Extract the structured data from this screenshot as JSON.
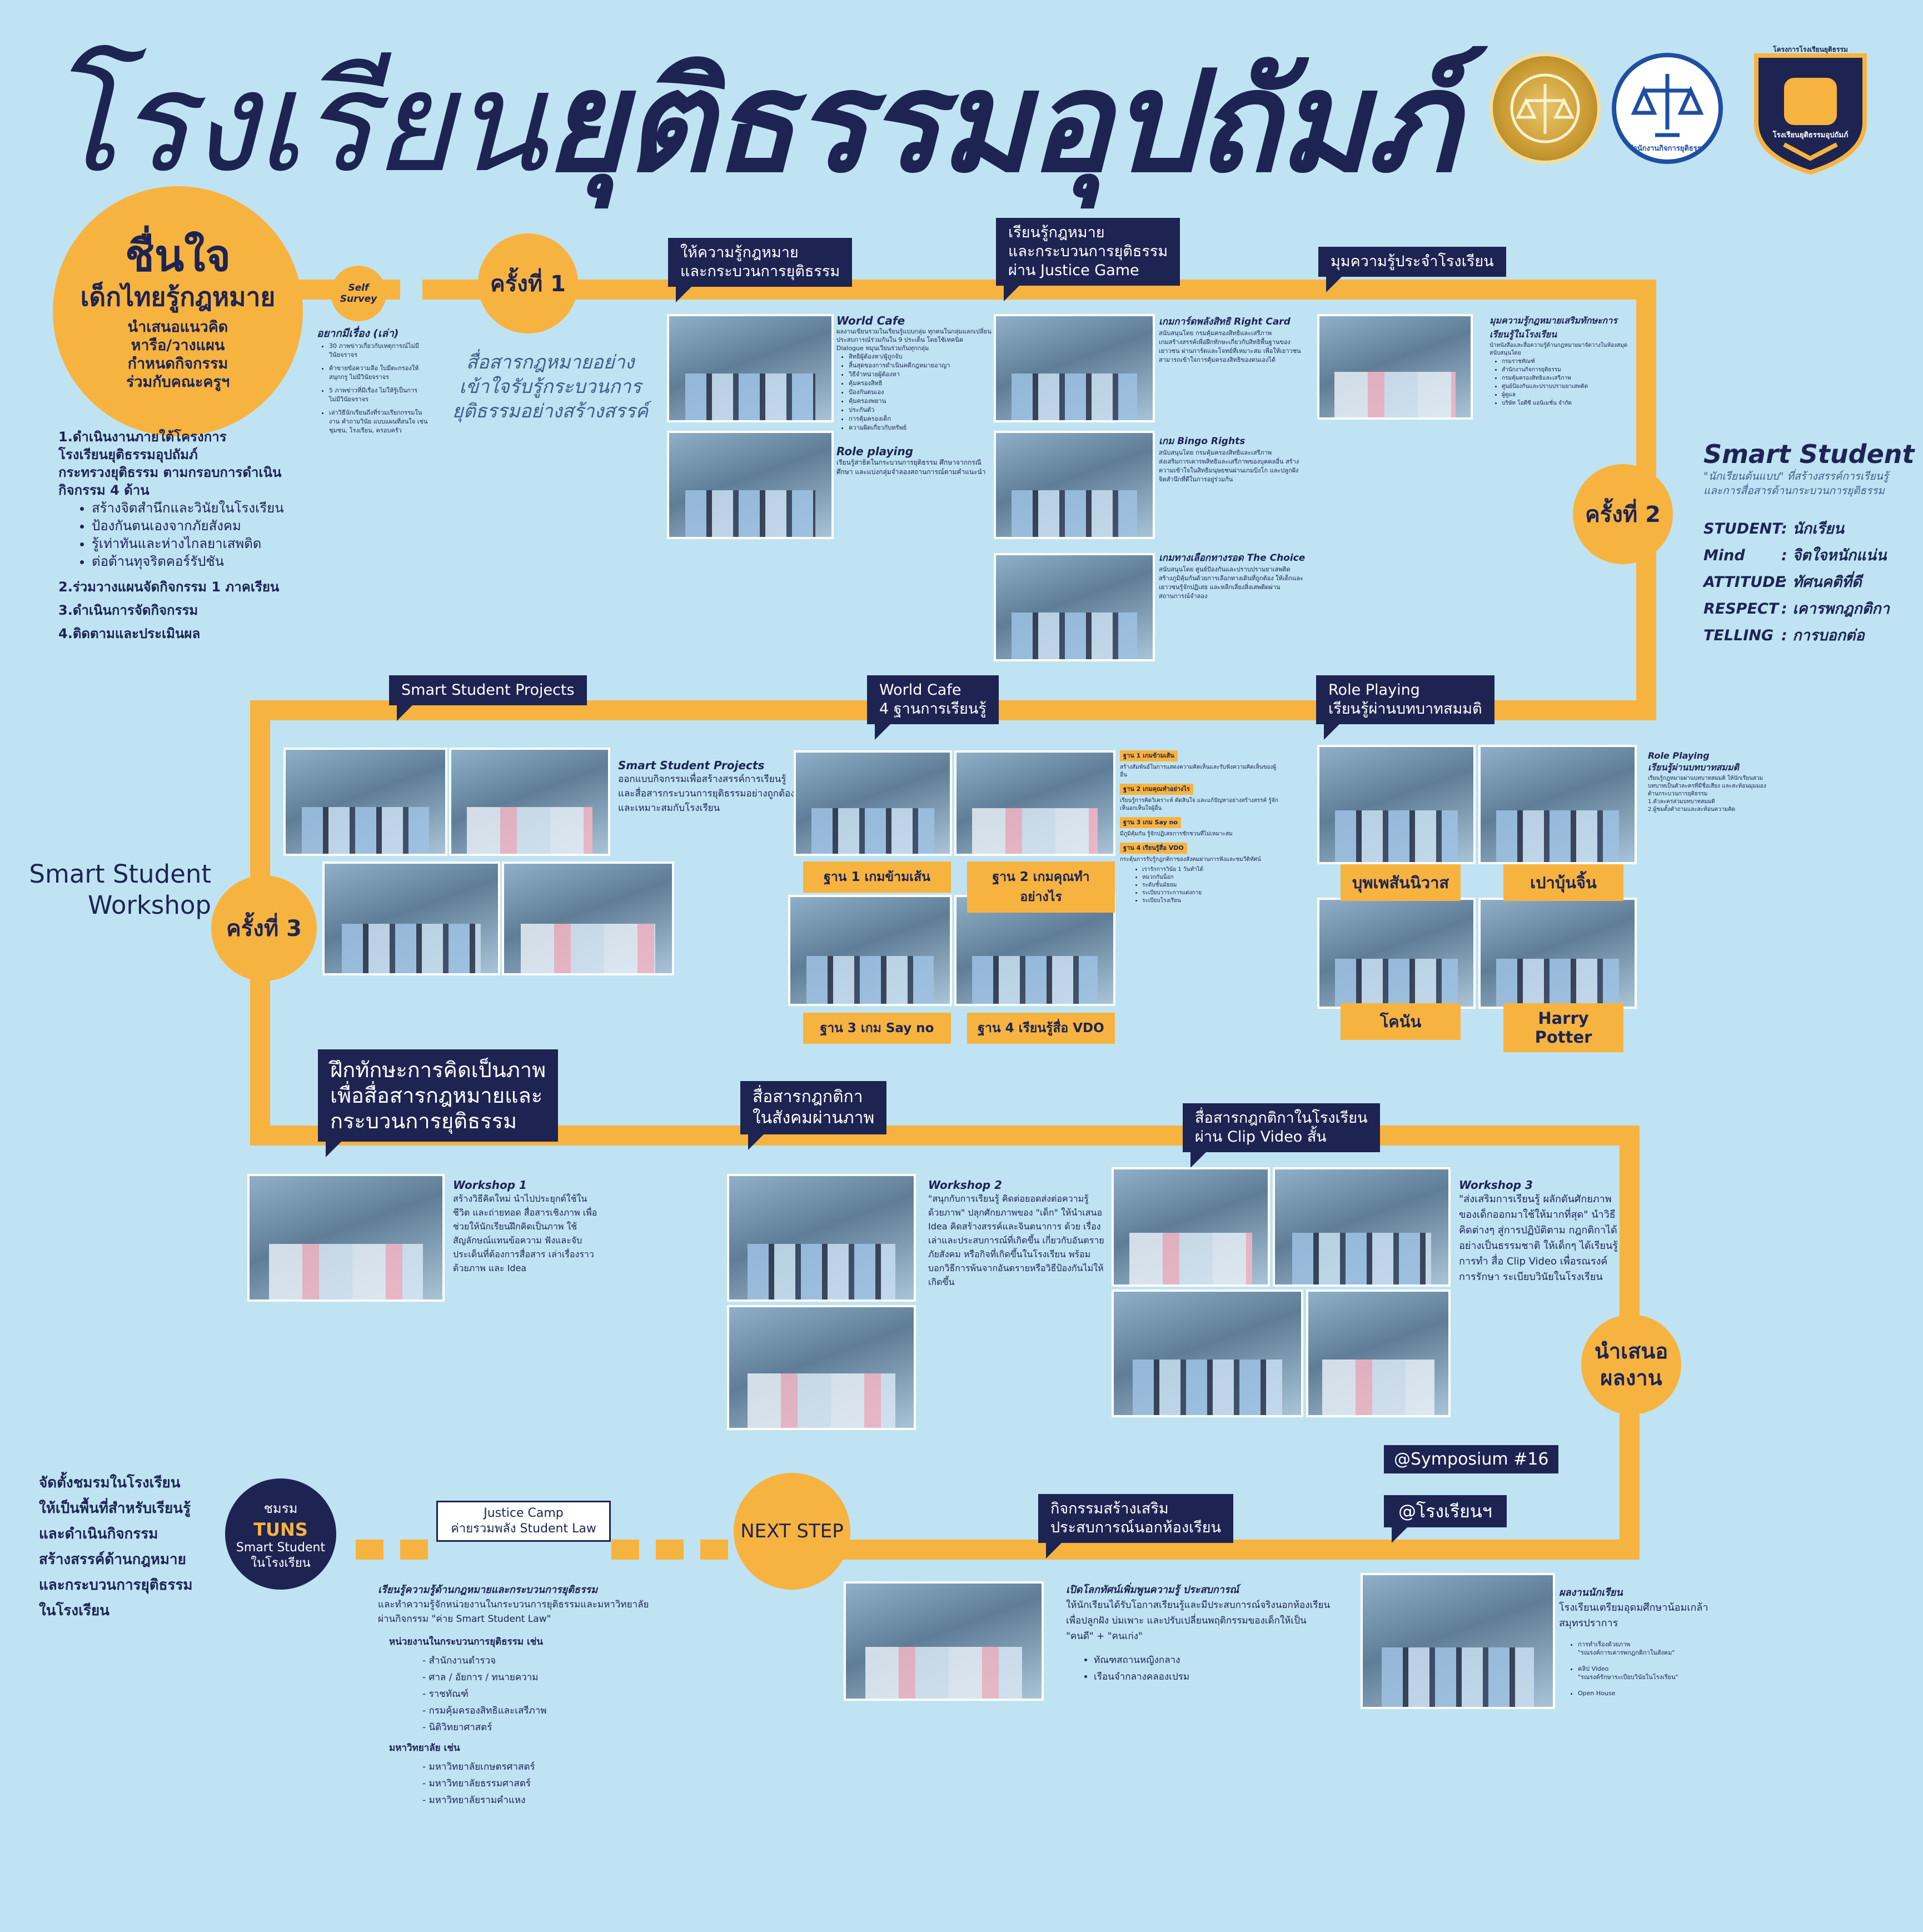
{
  "header": {
    "title_light": "โรงเรียน",
    "title_bold": "ยุติธรรมอุปถัมภ์",
    "logo2_text": "สำนักงานกิจการยุติธรรม",
    "logo3_top": "โครงการโรงเรียนยุติธรรม",
    "logo3_bottom": "โรงเรียนยุติธรรมอุปถัมภ์"
  },
  "colors": {
    "background": "#bfe3f2",
    "navy": "#1d2452",
    "orange": "#f7b33f"
  },
  "intro": {
    "circle_big": "ชื่นใจ",
    "circle_sub": "เด็กไทยรู้กฎหมาย",
    "circle_lines": "นำเสนอแนวคิด\nหารือ/วางแผน\nกำหนดกิจกรรม\nร่วมกับคณะครูฯ",
    "self_survey": "Self\nSurvey",
    "survey_title": "อยากมีเรื่อง (เล่า)",
    "survey_items": [
      "30 ภาพข่าวเกี่ยวกับเหตุการณ์ไม่มีวินัยจราจร",
      "ค้าขายข้อความลือ ใบมีตะกรองให้สนุกกรู ไม่มีวินัยจราจร",
      "5 ภาพข่าวที่มีเรื่อง ไม่ให้รู้เป็นการ ไม่มีวินัยจราจร",
      "เล่าวิธีนักเรียนถึงที่ร่วมเรียกกรรมในงาน คำถามวินัย แบบแผนที่สนใจ เช่น ชุมชน, โรงเรียน, ครอบครัว"
    ],
    "plan_items": [
      "1.ดำเนินงานภายใต้โครงการ\n   โรงเรียนยุติธรรมอุปถัมภ์\n   กระทรวงยุติธรรม ตามกรอบการดำเนิน\n   กิจกรรม 4 ด้าน",
      "2.ร่วมวางแผนจัดกิจกรรม 1 ภาคเรียน",
      "3.ดำเนินการจัดกิจกรรม",
      "4.ติดตามและประเมินผล"
    ],
    "plan_bullets": [
      "สร้างจิตสำนึกและวินัยในโรงเรียน",
      "ป้องกันตนเองจากภัยสังคม",
      "รู้เท่าทันและห่างไกลยาเสพติด",
      "ต่อต้านทุจริตคอร์รัปชัน"
    ]
  },
  "phase1": {
    "circle": "ครั้งที่ 1",
    "tagline": "สื่อสารกฎหมายอย่าง\nเข้าใจรับรู้กระบวนการ\nยุติธรรมอย่างสร้างสรรค์",
    "box1": "ให้ความรู้กฎหมาย\nและกระบวนการยุติธรรม",
    "box2": "เรียนรู้กฎหมาย\nและกระบวนการยุติธรรม\nผ่าน Justice Game",
    "box3": "มุมความรู้ประจำโรงเรียน",
    "worldcafe_title": "World Cafe",
    "worldcafe_text": "ผลงานเขียนรวมในเรียนรู้แบบกลุ่ม ทุกคนในกลุ่มแลกเปลี่ยนประสบการณ์ร่วมกันใน 9 ประเด็น โดยใช้เทคนิค Dialogue หมุนเวียนร่วมกันทุกกลุ่ม",
    "worldcafe_list": [
      "สิทธิผู้ต้องหา/ผู้ถูกจับ",
      "สิ้นสุดของการดำเนินคดีกฎหมายอาญา",
      "วิธีจำหน่ายผู้ต้องหา",
      "คุ้มครองสิทธิ",
      "ป้องกันตนเอง",
      "คุ้มครองพยาน",
      "ประกันตัว",
      "การคุ้มครองเด็ก",
      "ความผิดเกี่ยวกับทรัพย์"
    ],
    "roleplay_title": "Role playing",
    "roleplay_text": "เรียนรู้สาธิตในกระบวนการยุติธรรม ศึกษาจากกรณีศึกษา และแบ่งกลุ่มจำลองสถานการณ์ตามคำแนะนำ",
    "game1_title": "เกมการ์ดพลังสิทธิ Right Card",
    "game1_text": "สนับสนุนโดย กรมคุ้มครองสิทธิและเสรีภาพ\nเกมสร้างสรรค์เพื่อฝึกทักษะเกี่ยวกับสิทธิพื้นฐานของเยาวชน ผ่านการ์ดและโจทย์ที่เหมาะสม เพื่อให้เยาวชนสามารถเข้าใจการคุ้มครองสิทธิของตนเองได้",
    "game2_title": "เกม Bingo Rights",
    "game2_text": "สนับสนุนโดย กรมคุ้มครองสิทธิและเสรีภาพ\nส่งเสริมการเคารพสิทธิและเสรีภาพของบุคคลอื่น สร้างความเข้าใจในสิทธิมนุษยชนผ่านเกมบิงโก และปลูกฝังจิตสำนึกที่ดีในการอยู่ร่วมกัน",
    "game3_title": "เกมทางเลือกทางรอด The Choice",
    "game3_text": "สนับสนุนโดย ศูนย์ป้องกันและปราบปรามยาเสพติด\nสร้างภูมิคุ้มกันด้วยการเลือกทางเดินที่ถูกต้อง ให้เด็กและเยาวชนรู้จักปฏิเสธ และหลีกเลี่ยงสิ่งเสพติดผ่านสถานการณ์จำลอง",
    "corner_title": "มุมความรู้กฎหมายเสริมทักษะการเรียนรู้ในโรงเรียน",
    "corner_text": "นำหนังสือและสื่อความรู้ด้านกฎหมายมาจัดวางในห้องสมุด สนับสนุนโดย",
    "corner_list": [
      "กรมราชทัณฑ์",
      "สำนักงานกิจการยุติธรรม",
      "กรมคุ้มครองสิทธิและเสรีภาพ",
      "ศูนย์ป้องกันและปราบปรามยาเสพติด",
      "ผู้ดูแล",
      "บริษัท โอดีซี แอนิเมชั่น จำกัด"
    ]
  },
  "smart_student": {
    "title": "Smart Student",
    "subtitle": "\"นักเรียนต้นแบบ\" ที่สร้างสรรค์การเรียนรู้\nและการสื่อสารด้านกระบวนการยุติธรรม",
    "rows": [
      {
        "k": "STUDENT",
        "v": ": นักเรียน"
      },
      {
        "k": "Mind",
        "v": ": จิตใจหนักแน่น"
      },
      {
        "k": "ATTITUDE",
        "v": ": ทัศนคติที่ดี"
      },
      {
        "k": "RESPECT",
        "v": ": เคารพกฎกติกา"
      },
      {
        "k": "TELLING",
        "v": ": การบอกต่อ"
      }
    ]
  },
  "phase2": {
    "circle": "ครั้งที่ 2",
    "box_projects": "Smart Student Projects",
    "box_worldcafe": "World Cafe\n4 ฐานการเรียนรู้",
    "box_roleplay": "Role Playing\nเรียนรู้ผ่านบทบาทสมมติ",
    "projects_title": "Smart Student Projects",
    "projects_text": "ออกแบบกิจกรรมเพื่อสร้างสรรค์การเรียนรู้\nและสื่อสารกระบวนการยุติธรรมอย่างถูกต้อง\nและเหมาะสมกับโรงเรียน",
    "bases": [
      "ฐาน 1 เกมข้ามเส้น",
      "ฐาน 2 เกมคุณทำอย่างไร",
      "ฐาน 3 เกม Say no",
      "ฐาน 4 เรียนรู้สื่อ VDO"
    ],
    "bases_text": [
      "สร้างสัมพันธ์ในการแสดงความคิดเห็นและรับฟังความคิดเห็นของผู้อื่น",
      "เรียนรู้การคิดวิเคราะห์ ตัดสินใจ และแก้ปัญหาอย่างสร้างสรรค์ รู้จักเห็นอกเห็นใจผู้อื่น",
      "มีภูมิคุ้มกัน รู้จักปฏิเสธการชักชวนที่ไม่เหมาะสม",
      "กระตุ้นการรับรู้กฎกติกาของสังคมผ่านการฟังและชมวีดิทัศน์"
    ],
    "bases_list": [
      "เรารักการวินัย 1 วันทำได้",
      "หมวกกันน็อก",
      "ระดับชั้นมัธยม",
      "ระเบียบวาระการแต่งกาย",
      "ระเบียบโรงเรียน"
    ],
    "roles": [
      "บุพเพสันนิวาส",
      "เปาบุ้นจิ้น",
      "โคนัน",
      "Harry Potter"
    ],
    "roleplay_title": "Role Playing\nเรียนรู้ผ่านบทบาทสมมติ",
    "roleplay_text": "เรียนรู้กฎหมายผ่านบทบาทสมมติ ให้นักเรียนสวมบทบาทเป็นตัวละครที่มีชื่อเสียง และสะท้อนมุมมองด้านกระบวนการยุติธรรม\n1.ตัวละครสวมบทบาทสมมติ\n2.ผู้ชมตั้งคำถามและสะท้อนความคิด"
  },
  "phase3": {
    "circle": "ครั้งที่ 3",
    "workshop_label": "Smart Student\nWorkshop",
    "box_main": "ฝึกทักษะการคิดเป็นภาพ\nเพื่อสื่อสารกฎหมายและ\nกระบวนการยุติธรรม",
    "box_mid": "สื่อสารกฎกติกา\nในสังคมผ่านภาพ",
    "box_right": "สื่อสารกฎกติกาในโรงเรียน\nผ่าน Clip Video สั้น",
    "ws1_title": "Workshop 1",
    "ws1_text": "สร้างวิธีคิดใหม่ นำไปประยุกต์ใช้ในชีวิต และถ่ายทอด สื่อสารเชิงภาพ เพื่อช่วยให้นักเรียนฝึกคิดเป็นภาพ ใช้สัญลักษณ์แทนข้อความ ฟังและจับประเด็นที่ต้องการสื่อสาร เล่าเรื่องราวด้วยภาพ และ Idea",
    "ws2_title": "Workshop 2",
    "ws2_text": "\"สนุกกับการเรียนรู้ คิดต่อยอดส่งต่อความรู้ ด้วยภาพ\" ปลุกศักยภาพของ \"เด็ก\" ให้นำเสนอ Idea คิดสร้างสรรค์และจินตนาการ ด้วย เรื่องเล่าและประสบการณ์ที่เกิดขึ้น เกี่ยวกับอันตราย ภัยสังคม หรือกิจที่เกิดขึ้นในโรงเรียน พร้อมบอกวิธีการพ้นจากอันตรายหรือวิธีป้องกันไม่ให้เกิดขึ้น",
    "ws3_title": "Workshop 3",
    "ws3_text": "\"ส่งเสริมการเรียนรู้ ผลักดันศักยภาพ ของเด็กออกมาใช้ให้มากที่สุด\" นำวิธีคิดต่างๆ สู่การปฏิบัติตาม กฎกติกาได้อย่างเป็นธรรมชาติ ให้เด็กๆ ได้เรียนรู้การทำ สื่อ Clip Video เพื่อรณรงค์การรักษา ระเบียบวินัยในโรงเรียน",
    "present_circle": "นำเสนอ\nผลงาน"
  },
  "bottom": {
    "left_text": "จัดตั้งชมรมในโรงเรียน\nให้เป็นพื้นที่สำหรับเรียนรู้\nและดำเนินกิจกรรม\nสร้างสรรค์ด้านกฎหมาย\nและกระบวนการยุติธรรม\nในโรงเรียน",
    "club_line1": "ชมรม",
    "club_line2": "TUNS",
    "club_line3": "Smart Student\nในโรงเรียน",
    "camp_box": "Justice Camp\nค่ายรวมพลัง Student Law",
    "next_step": "NEXT STEP",
    "activity_box": "กิจกรรมสร้างเสริม\nประสบการณ์นอกห้องเรียน",
    "symposium": "@Symposium #16",
    "school_tag": "@โรงเรียนฯ",
    "camp_title": "เรียนรู้ความรู้ด้านกฎหมายและกระบวนการยุติธรรม",
    "camp_text": "และทำความรู้จักหน่วยงานในกระบวนการยุติธรรมและมหาวิทยาลัย\nผ่านกิจกรรม \"ค่าย Smart Student Law\"",
    "agencies_title": "หน่วยงานในกระบวนการยุติธรรม เช่น",
    "agencies": [
      "สำนักงานตำรวจ",
      "ศาล / อัยการ / ทนายความ",
      "ราชทัณฑ์",
      "กรมคุ้มครองสิทธิและเสรีภาพ",
      "นิติวิทยาศาสตร์"
    ],
    "uni_title": "มหาวิทยาลัย เช่น",
    "unis": [
      "มหาวิทยาลัยเกษตรศาสตร์",
      "มหาวิทยาลัยธรรมศาสตร์",
      "มหาวิทยาลัยรามคำแหง"
    ],
    "trip_title": "เปิดโลกทัศน์เพิ่มพูนความรู้ ประสบการณ์",
    "trip_text": "ให้นักเรียนได้รับโอกาสเรียนรู้และมีประสบการณ์จริงนอกห้องเรียน\nเพื่อปลูกฝัง บ่มเพาะ และปรับเปลี่ยนพฤติกรรมของเด็กให้เป็น\n\"คนดี\" + \"คนเก่ง\"",
    "trip_list": [
      "ทัณฑสถานหญิงกลาง",
      "เรือนจำกลางคลองเปรม"
    ],
    "result_title": "ผลงานนักเรียน",
    "result_text": "โรงเรียนเตรียมอุดมศึกษาน้อมเกล้า สมุทรปราการ",
    "result_list": [
      "การทำเรื่องด้วยภาพ\n\"รณรงค์การเคารพกฎกติกาในสังคม\"",
      "คลิป Video\n\"รณรงค์รักษาระเบียบวินัยในโรงเรียน\"",
      "Open House"
    ]
  }
}
